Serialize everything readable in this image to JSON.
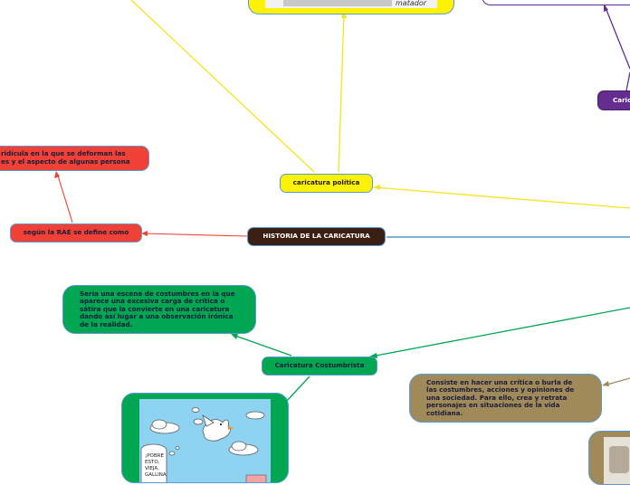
{
  "nodes": {
    "rae_definition": "ridícula en la que se deforman las\nes y el aspecto de algunas persona",
    "rae": "según la RAE se define como",
    "politica": "caricatura política",
    "historia": "HISTORIA DE LA CARICATURA",
    "costumbrista": "Caricatura Costumbrista",
    "costumbrista_def": "Sería una escena de costumbres en la que aparece una excesiva carga de crítica o sátira que la convierte en una caricatura dando así lugar a una observación irónica de la realidad.",
    "consiste": "Consiste en hacer una crítica o burla de las costumbres, acciones y opiniones de una sociedad. Para ello, crea y retrata personajes en situaciones de la vida cotidiana.",
    "purple_partial": "Caric",
    "image_caption": "matador",
    "cartoon_bubble": "¡ POBRE ESTO, VIEJA, GALLINA ..."
  },
  "colors": {
    "red": "#ef4136",
    "yellow": "#fff200",
    "dark": "#3b1f14",
    "green": "#00a651",
    "brown": "#a08a5a",
    "purple": "#662d91",
    "blue_line": "#2e86c1"
  }
}
